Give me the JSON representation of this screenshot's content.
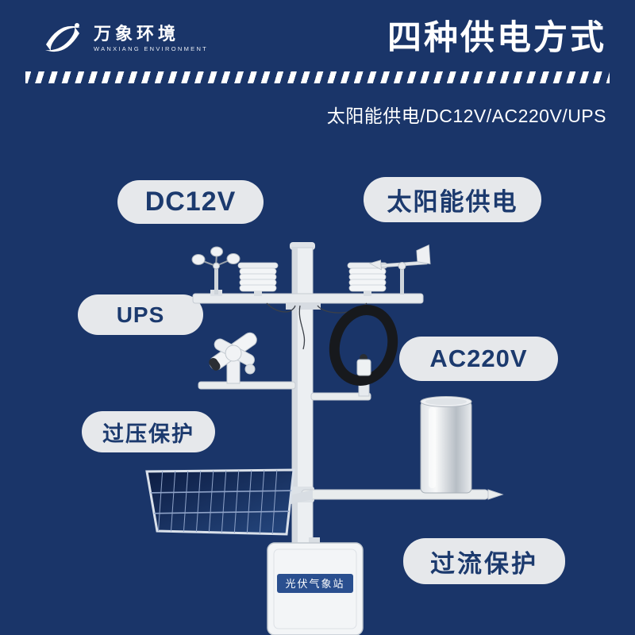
{
  "colors": {
    "background": "#1a3569",
    "pill_bg": "#e6e8eb",
    "pill_text": "#1c3a6e",
    "title_text": "#ffffff",
    "solar_panel_blue": "#16295b",
    "control_box_band_blue": "#2a4f8f"
  },
  "header": {
    "brand_cn": "万象环境",
    "brand_en": "WANXIANG ENVIRONMENT",
    "title": "四种供电方式",
    "subtitle": "太阳能供电/DC12V/AC220V/UPS"
  },
  "pills": [
    {
      "id": "dc12v",
      "label": "DC12V"
    },
    {
      "id": "solar",
      "label": "太阳能供电"
    },
    {
      "id": "ups",
      "label": "UPS"
    },
    {
      "id": "ac220v",
      "label": "AC220V"
    },
    {
      "id": "overvoltage",
      "label": "过压保护"
    },
    {
      "id": "overcurrent",
      "label": "过流保护"
    }
  ],
  "station": {
    "box_label": "光伏气象站"
  }
}
